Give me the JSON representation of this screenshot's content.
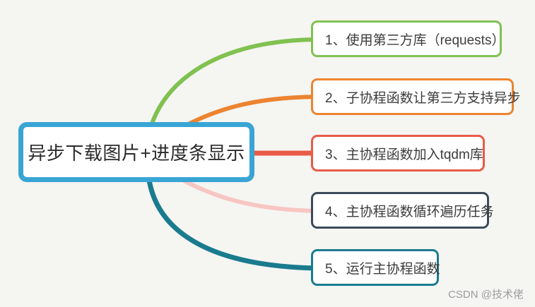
{
  "canvas": {
    "background_color": "#f5f5f2"
  },
  "central_node": {
    "label": "异步下载图片+进度条显示",
    "border_color": "#39a5d4",
    "text_color": "#2b2b2b"
  },
  "branches": [
    {
      "label": "1、使用第三方库（requests）",
      "border_color": "#80c150",
      "line_color": "#80c150"
    },
    {
      "label": "2、子协程函数让第三方支持异步",
      "border_color": "#ec8430",
      "line_color": "#ec8430"
    },
    {
      "label": "3、主协程函数加入tqdm库",
      "border_color": "#e95b47",
      "line_color": "#e95b47"
    },
    {
      "label": "4、主协程函数循环遍历任务",
      "border_color": "#3d4a5a",
      "line_color": "#f7c6c3"
    },
    {
      "label": "5、运行主协程函数",
      "border_color": "#1a7b8e",
      "line_color": "#1a7b8e"
    }
  ],
  "watermark": {
    "text": "CSDN @技术佬",
    "color": "#9c9c9c"
  }
}
